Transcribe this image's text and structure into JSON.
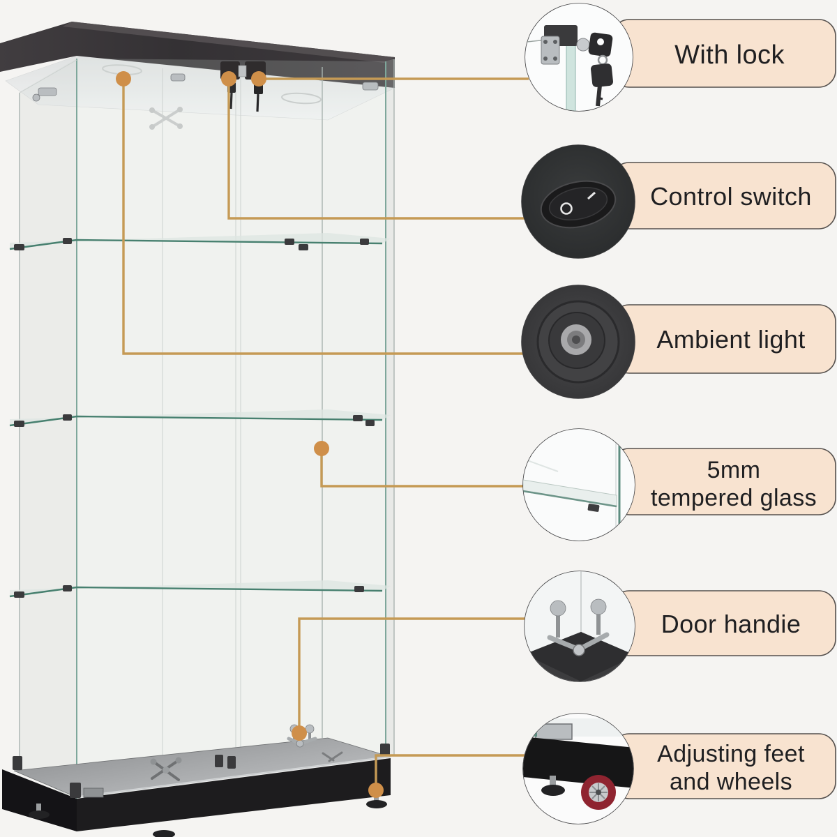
{
  "page": {
    "type": "product-feature-infographic",
    "product": "glass-display-cabinet",
    "background_color": "#f5f4f2"
  },
  "style": {
    "accent": "#c59a55",
    "accent_dot": "#cf8f49",
    "pill_fill": "#f8e3d0",
    "pill_border": "#55504d",
    "text_color": "#1f1f21",
    "cabinet_cap_color": "#39363a",
    "plinth_color": "#1d1c1e"
  },
  "cabinet": {
    "description": "tall glass display cabinet, dark wood top cap, 3 glass shelves, double glass doors, black plinth base",
    "shelf_count": 3,
    "features_marked": 6
  },
  "callouts": [
    {
      "id": "with-lock",
      "label": "With lock",
      "lines": [
        "With lock"
      ],
      "thumb_icon": "lock-and-keys-icon"
    },
    {
      "id": "control-switch",
      "label": "Control switch",
      "lines": [
        "Control switch"
      ],
      "thumb_icon": "rocker-switch-icon"
    },
    {
      "id": "ambient-light",
      "label": "Ambient light",
      "lines": [
        "Ambient light"
      ],
      "thumb_icon": "round-spotlight-icon"
    },
    {
      "id": "tempered-glass",
      "label": "5mm tempered glass",
      "lines": [
        "5mm",
        "tempered glass"
      ],
      "thumb_icon": "glass-shelf-corner-icon"
    },
    {
      "id": "door-handle",
      "label": "Door handie",
      "lines": [
        "Door handie"
      ],
      "thumb_icon": "door-handles-icon"
    },
    {
      "id": "adjusting-feet",
      "label": "Adjusting feet and wheels",
      "lines": [
        "Adjusting feet",
        "and wheels"
      ],
      "thumb_icon": "foot-and-wheel-icon"
    }
  ]
}
